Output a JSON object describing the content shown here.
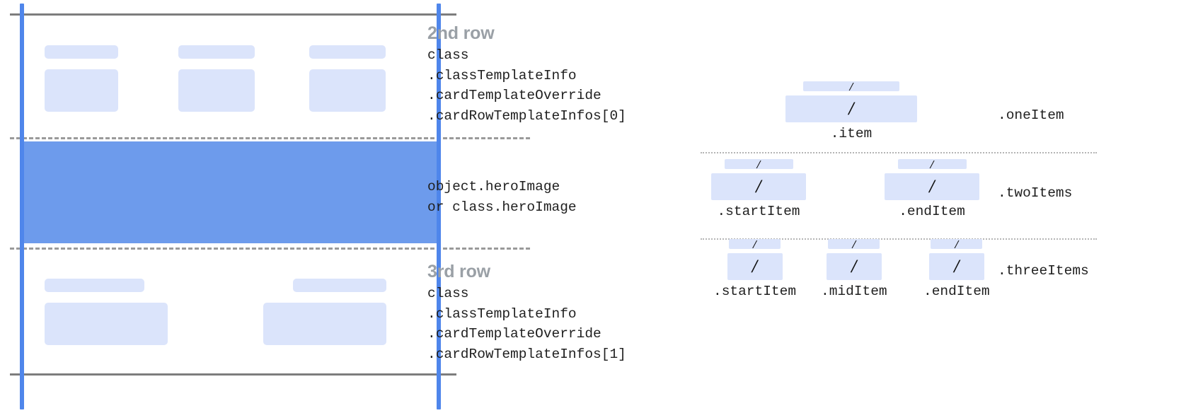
{
  "card_diagram": {
    "rows": [
      {
        "heading": "2nd row",
        "code_lines": [
          "class",
          ".classTemplateInfo",
          ".cardTemplateOverride",
          ".cardRowTemplateInfos[0]"
        ]
      },
      {
        "heading": "",
        "code_lines": [
          "object.heroImage",
          "or class.heroImage"
        ]
      },
      {
        "heading": "3rd row",
        "code_lines": [
          "class",
          ".classTemplateInfo",
          ".cardTemplateOverride",
          ".cardRowTemplateInfos[1]"
        ]
      }
    ],
    "colors": {
      "hero_fill": "#6d9bec",
      "placeholder_fill": "#dbe4fb",
      "guide_line": "#4f86eb",
      "frame_line": "#7d7d7d",
      "dash_line": "#9a9a9a",
      "heading_text": "#9aa0a6"
    }
  },
  "variants": {
    "slash_glyph": "/",
    "groups": [
      {
        "label": ".oneItem",
        "items": [
          {
            "caption": ".item"
          }
        ]
      },
      {
        "label": ".twoItems",
        "items": [
          {
            "caption": ".startItem"
          },
          {
            "caption": ".endItem"
          }
        ]
      },
      {
        "label": ".threeItems",
        "items": [
          {
            "caption": ".startItem"
          },
          {
            "caption": ".midItem"
          },
          {
            "caption": ".endItem"
          }
        ]
      }
    ]
  }
}
